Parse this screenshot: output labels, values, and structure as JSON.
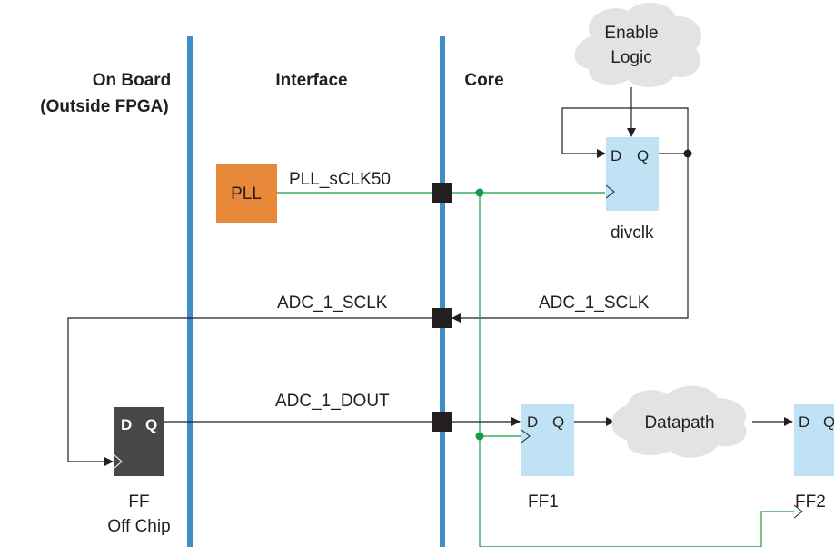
{
  "columns": {
    "on_board_line1": "On Board",
    "on_board_line2": "(Outside FPGA)",
    "interface": "Interface",
    "core": "Core"
  },
  "clouds": {
    "enable_logic_line1": "Enable",
    "enable_logic_line2": "Logic",
    "datapath": "Datapath"
  },
  "blocks": {
    "pll": "PLL",
    "divclk": "divclk",
    "ff1": "FF1",
    "ff2": "FF2",
    "ff_off_chip_line1": "FF",
    "ff_off_chip_line2": "Off Chip",
    "pin_d": "D",
    "pin_q": "Q"
  },
  "signals": {
    "pll_clk": "PLL_sCLK50",
    "adc_sclk_left": "ADC_1_SCLK",
    "adc_sclk_right": "ADC_1_SCLK",
    "adc_dout": "ADC_1_DOUT"
  },
  "colors": {
    "boundary": "#3f8ec5",
    "green_net": "#1a9a48",
    "ff_fill": "#bfe3f5",
    "pll_fill": "#e8893a",
    "offchip_ff": "#474747",
    "cloud": "#e3e3e4",
    "wire": "#231f20"
  }
}
